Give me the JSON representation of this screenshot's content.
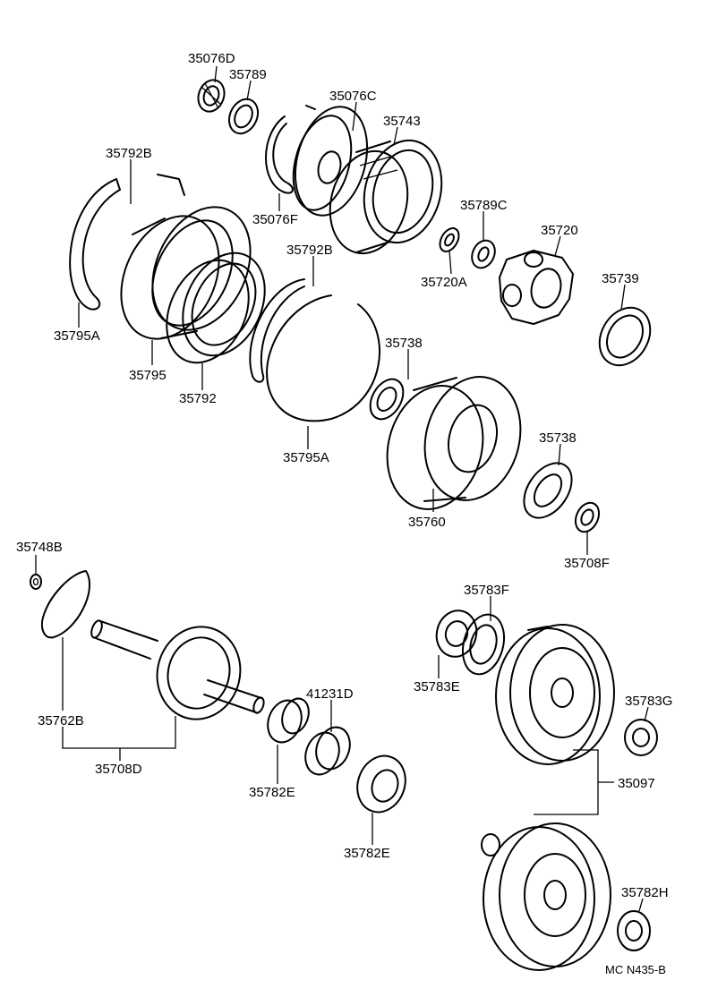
{
  "labels": {
    "l_35076D": "35076D",
    "l_35789": "35789",
    "l_35076C": "35076C",
    "l_35743": "35743",
    "l_35792B_top": "35792B",
    "l_35076F": "35076F",
    "l_35789C": "35789C",
    "l_35720": "35720",
    "l_35792B_mid": "35792B",
    "l_35720A": "35720A",
    "l_35739": "35739",
    "l_35795A_left": "35795A",
    "l_35738_top": "35738",
    "l_35795": "35795",
    "l_35792": "35792",
    "l_35738_right": "35738",
    "l_35795A_bottom": "35795A",
    "l_35760": "35760",
    "l_35748B": "35748B",
    "l_35708F": "35708F",
    "l_35783F": "35783F",
    "l_41231D": "41231D",
    "l_35783E": "35783E",
    "l_35783G": "35783G",
    "l_35762B": "35762B",
    "l_35708D": "35708D",
    "l_35782E_a": "35782E",
    "l_35097": "35097",
    "l_35782E_b": "35782E",
    "l_35782H": "35782H"
  },
  "footer": {
    "code": "MC N435-B"
  }
}
